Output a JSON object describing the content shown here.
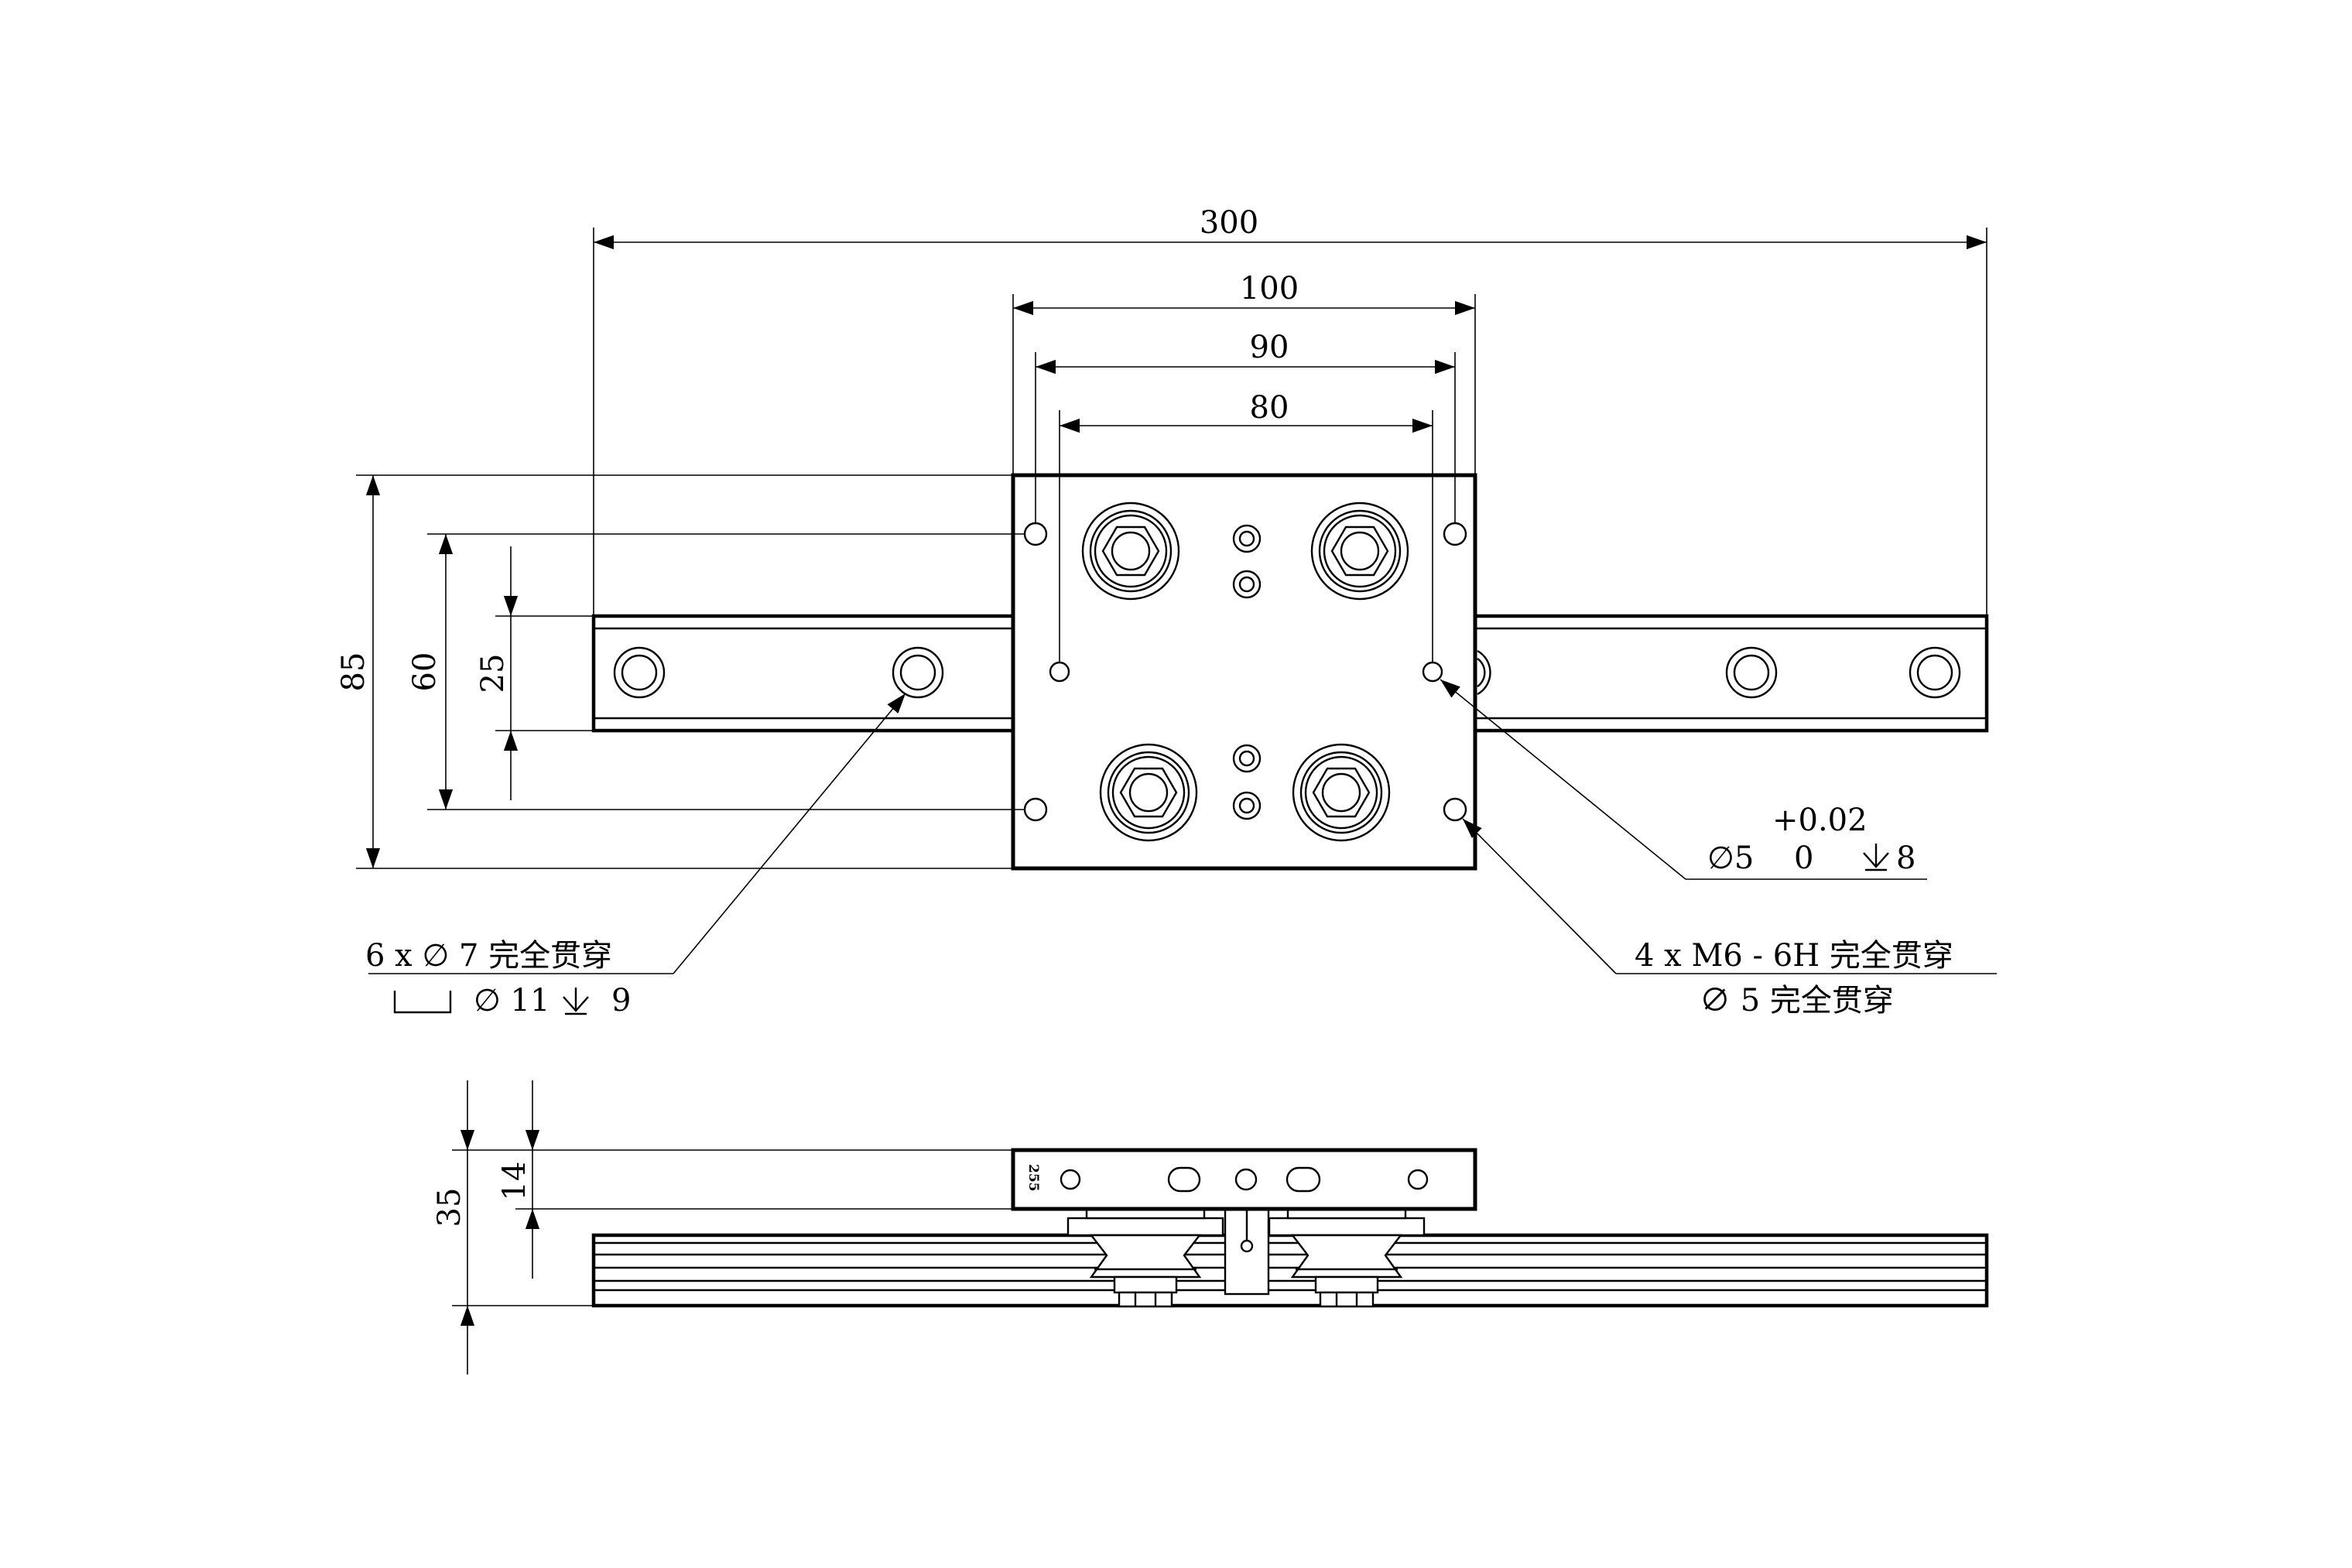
{
  "dimensions": {
    "overall_length": "300",
    "plate_width": "100",
    "tap_spacing_x": "90",
    "hole_spacing_x": "80",
    "plate_height": "85",
    "tap_spacing_y": "60",
    "rail_width": "25",
    "side_total_height": "35",
    "plate_thickness": "14"
  },
  "notes": {
    "counterbore_line1": "6 x ∅ 7 完全贯穿",
    "counterbore_diameter": "∅ 11",
    "counterbore_depth": "9",
    "pin_tolerance": "+0.02",
    "pin_diameter": "∅5",
    "pin_lower_tolerance": "0",
    "pin_depth": "8",
    "thread_line1": "4 x  M6 - 6H 完全贯穿",
    "thread_line2": "∅ 5 完全贯穿"
  },
  "plate_marking": "255",
  "colors": {
    "line": "#000000",
    "background": "#ffffff"
  }
}
